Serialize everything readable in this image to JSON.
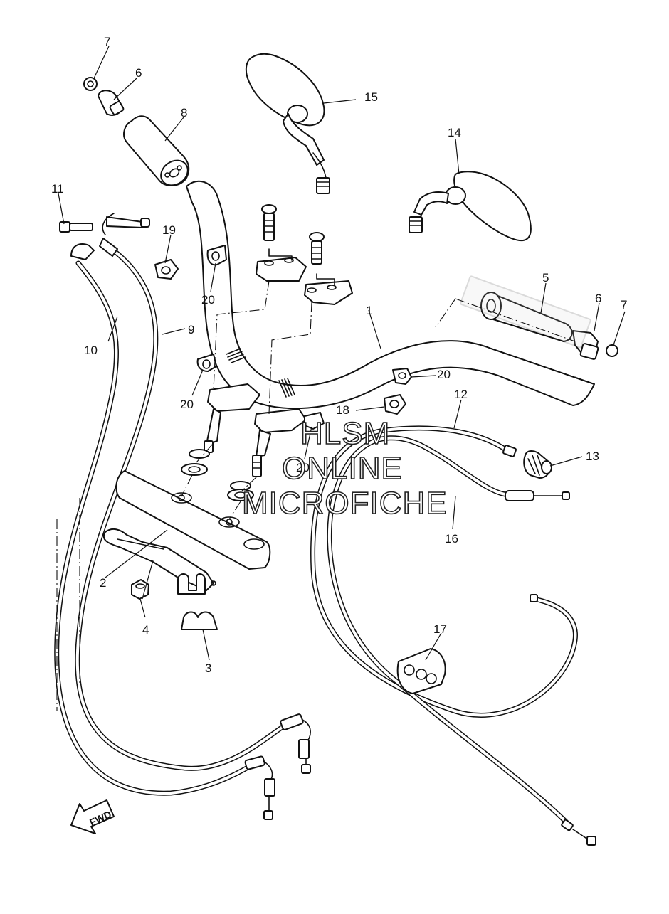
{
  "watermark": {
    "line1": "HLSM",
    "line2": "ONLINE",
    "line3": "MICROFICHE"
  },
  "direction_label": "FWD",
  "callouts": {
    "c1": "1",
    "c2": "2",
    "c3": "3",
    "c4": "4",
    "c5": "5",
    "c6a": "6",
    "c6b": "6",
    "c7a": "7",
    "c7b": "7",
    "c8": "8",
    "c9": "9",
    "c10": "10",
    "c11": "11",
    "c12": "12",
    "c13": "13",
    "c14": "14",
    "c15": "15",
    "c16": "16",
    "c17": "17",
    "c18": "18",
    "c19": "19",
    "c20a": "20",
    "c20b": "20",
    "c20c": "20",
    "c20d": "20"
  }
}
